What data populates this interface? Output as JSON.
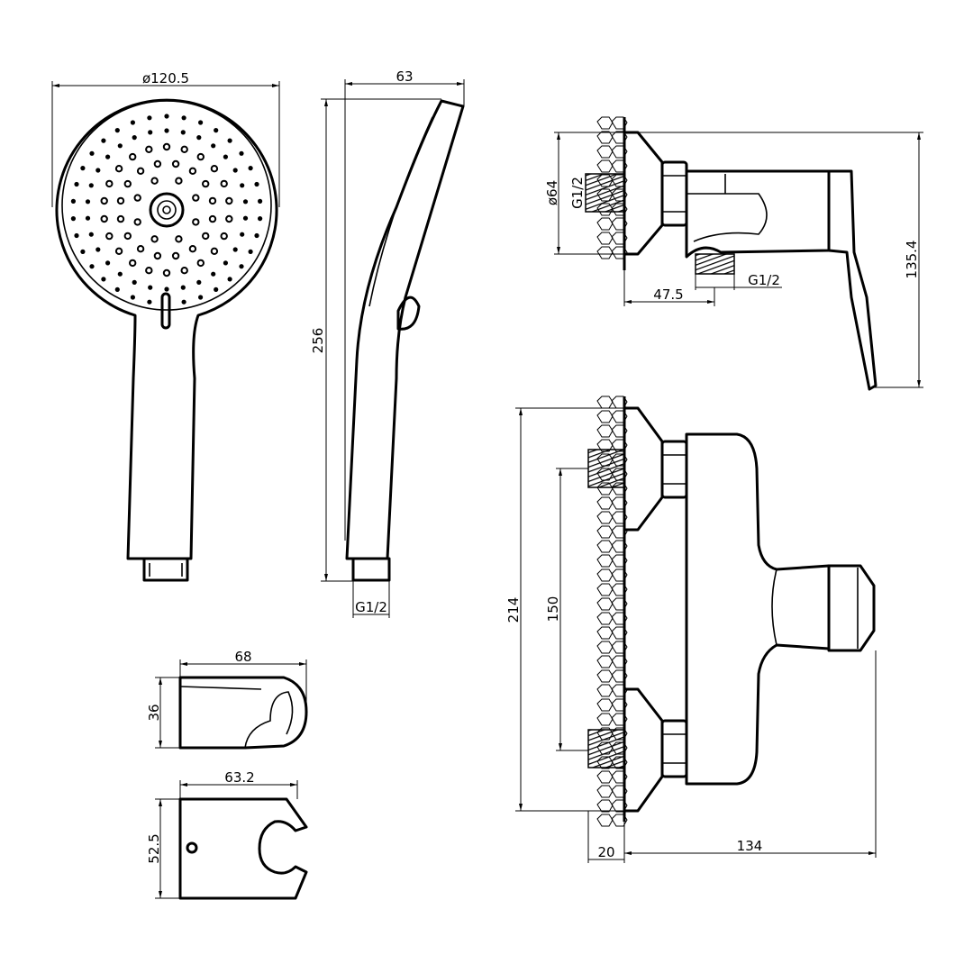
{
  "drawing": {
    "handshower_front": {
      "diameter_label": "ø120.5"
    },
    "handshower_side": {
      "width_label": "63",
      "length_label": "256",
      "thread_label": "G1/2"
    },
    "holder_top": {
      "width_label": "68",
      "height_label": "36"
    },
    "holder_bottom": {
      "width_label": "63.2",
      "height_label": "52.5"
    },
    "valve_side": {
      "flange_diameter_label": "ø64",
      "inlet_thread_label": "G1/2",
      "outlet_offset_label": "47.5",
      "outlet_thread_label": "G1/2",
      "height_label": "135.4"
    },
    "valve_front": {
      "height_label": "214",
      "centers_label": "150",
      "wall_offset_label": "20",
      "depth_label": "134"
    }
  },
  "colors": {
    "line": "#000000",
    "background": "#ffffff"
  }
}
